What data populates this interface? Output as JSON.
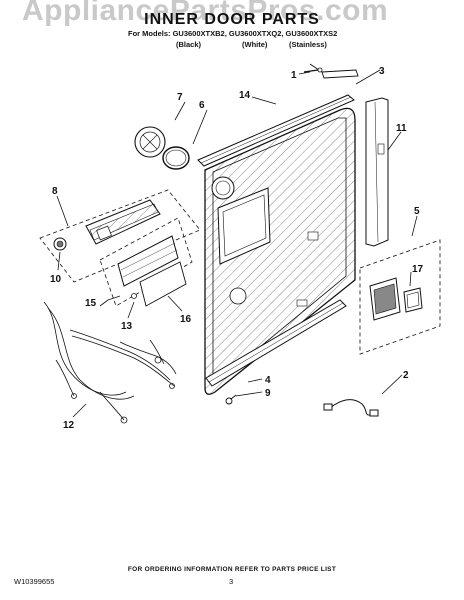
{
  "header": {
    "watermark": "AppliancePartsPros.com",
    "title": "INNER DOOR PARTS",
    "models_line": "For Models: GU3600XTXB2, GU3600XTXQ2, GU3600XTXS2",
    "colors": [
      "(Black)",
      "(White)",
      "(Stainless)"
    ]
  },
  "callouts": [
    "1",
    "2",
    "3",
    "4",
    "5",
    "6",
    "7",
    "8",
    "9",
    "10",
    "11",
    "12",
    "13",
    "14",
    "15",
    "16",
    "17"
  ],
  "footer": {
    "note": "FOR ORDERING INFORMATION REFER TO PARTS PRICE LIST",
    "doc_number": "W10399655",
    "page_number": "3"
  }
}
